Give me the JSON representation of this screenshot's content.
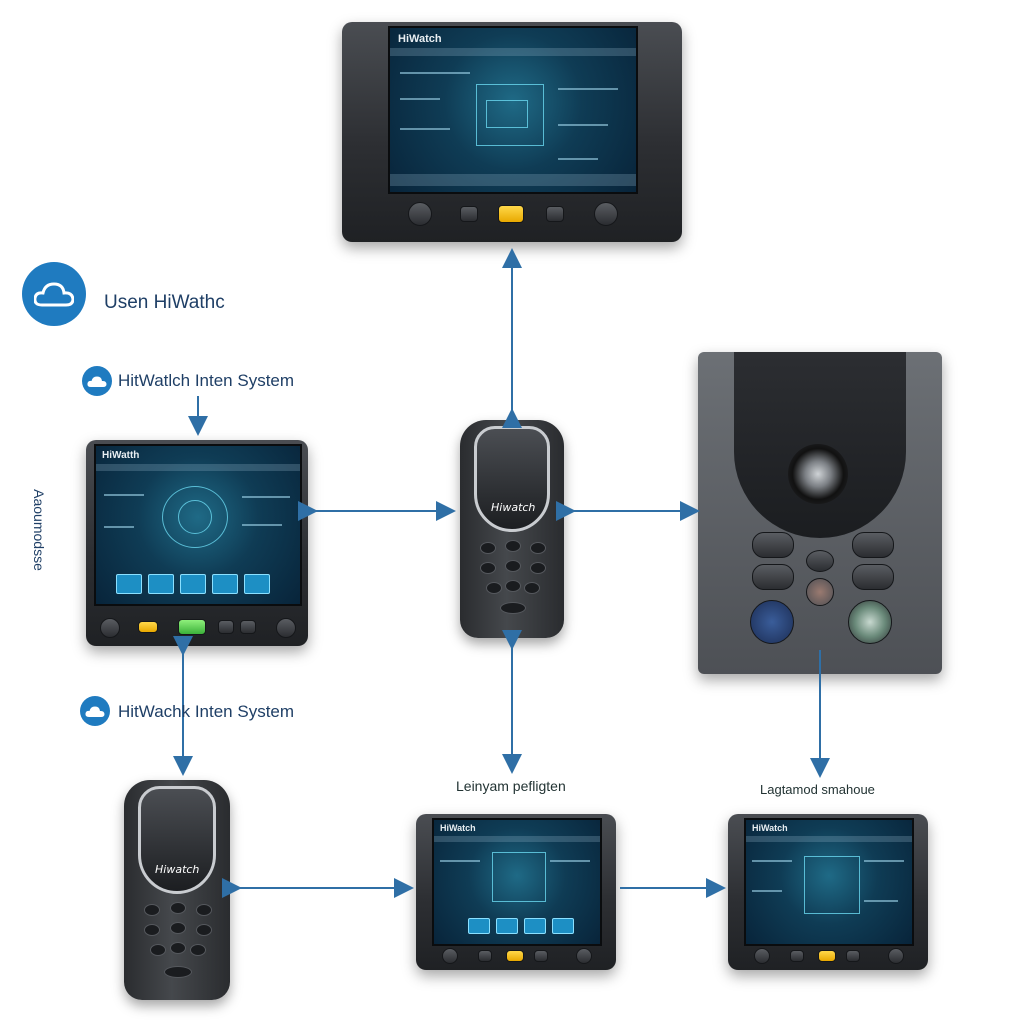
{
  "colors": {
    "arrow": "#2f6fa6",
    "label": "#1f3f66",
    "accent": "#1f7bc0",
    "screen": "#0f3c55"
  },
  "labels": {
    "user_brand": "Usen HiWathc",
    "system_1": "HitWatlch Inten System",
    "system_2": "HitWachk Inten System",
    "vertical": "Aaoumodsse",
    "link_middle": "Leinyam pefligten",
    "link_right": "Lagtamod smahoue"
  },
  "devices": {
    "top_monitor": {
      "title": "HiWatch"
    },
    "left_monitor": {
      "title": "HiWatth"
    },
    "center_remote": {
      "brand": "Hiwatch"
    },
    "bottom_remote": {
      "brand": "Hiwatch"
    },
    "bottom_mid_monitor": {
      "title": "HiWatch"
    },
    "bottom_right_monitor": {
      "title": "HiWatch"
    }
  },
  "icons": [
    "cloud-icon",
    "cloud-icon",
    "cloud-icon",
    "joystick-icon",
    "arrow-icon"
  ]
}
